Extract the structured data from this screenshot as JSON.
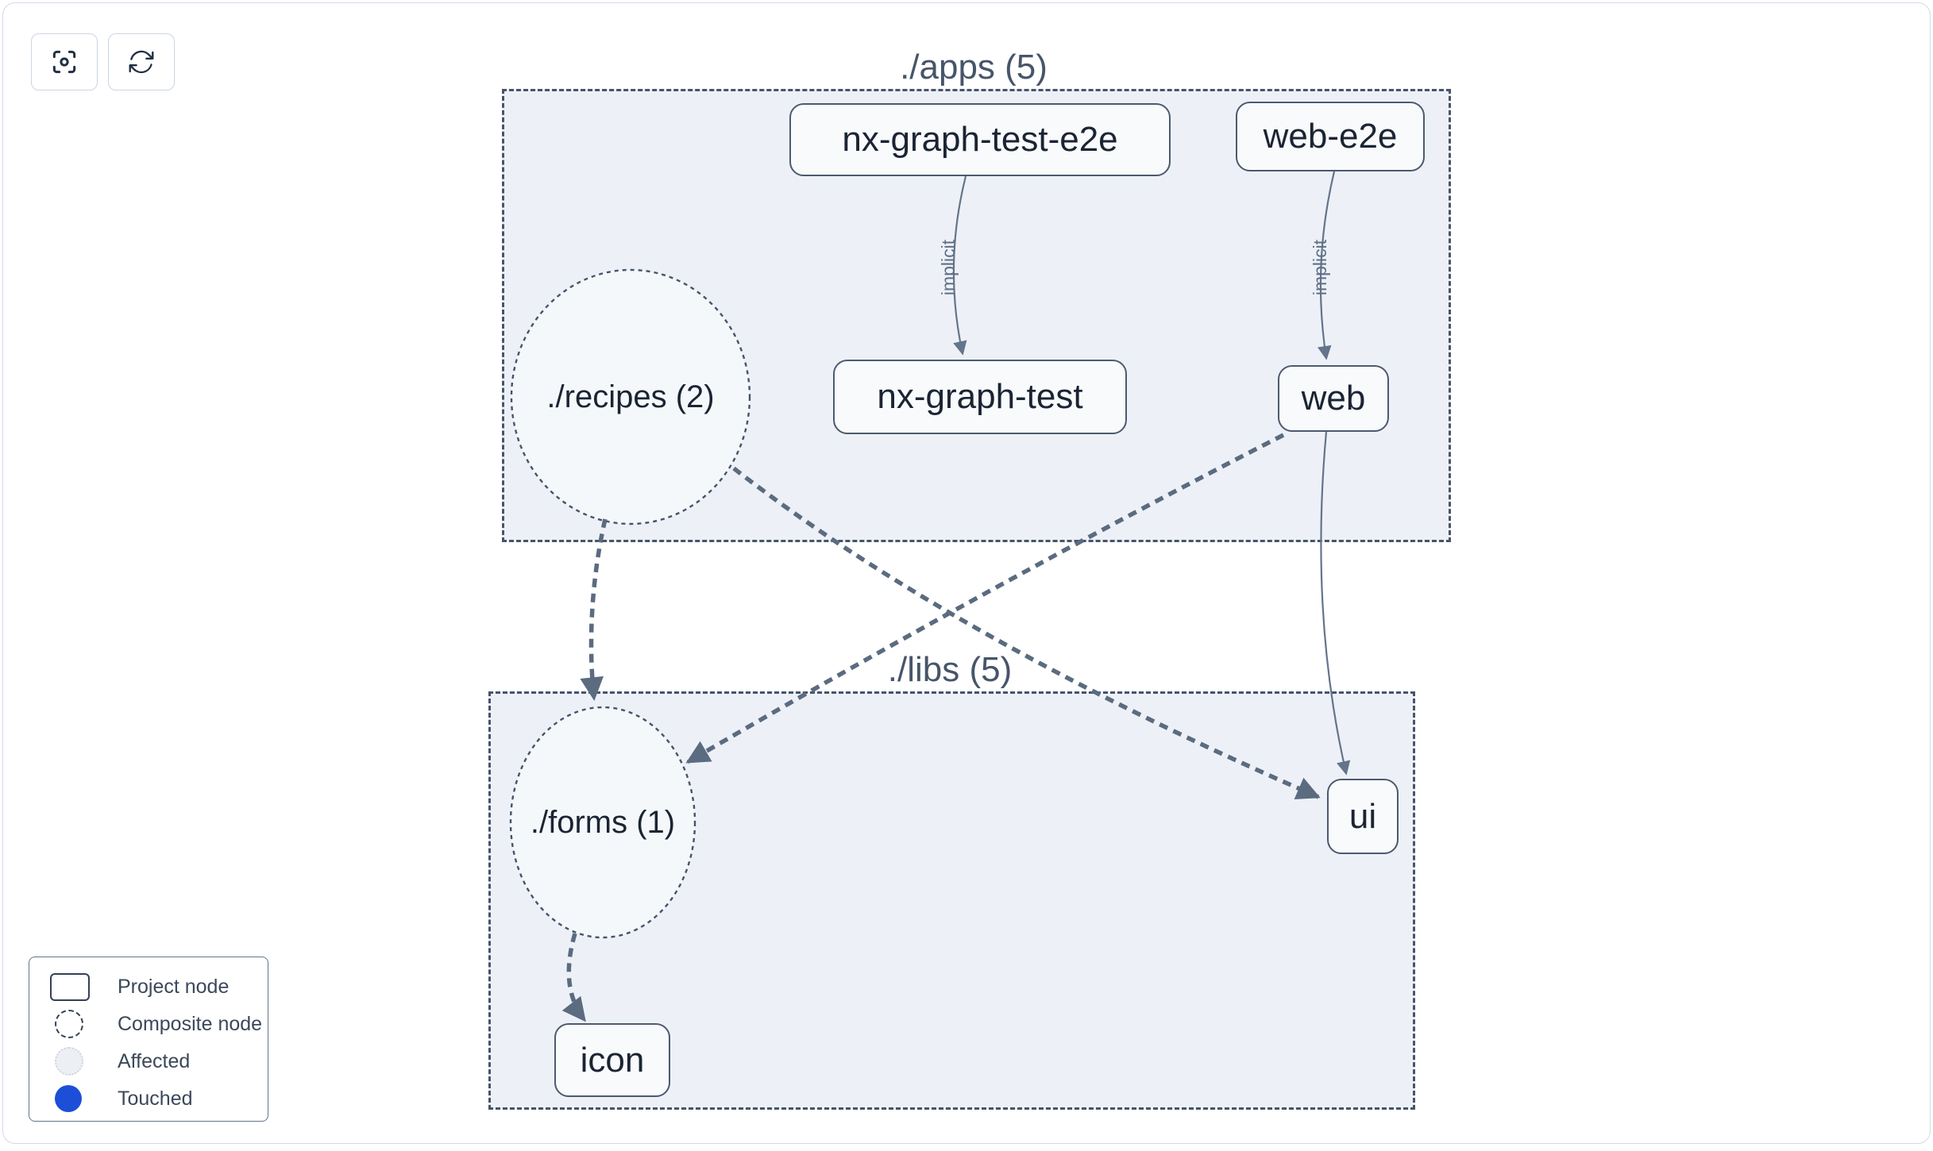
{
  "toolbar": {
    "buttons": [
      {
        "name": "focus",
        "icon": "focus-center-icon"
      },
      {
        "name": "refresh",
        "icon": "refresh-icon"
      }
    ]
  },
  "groups": [
    {
      "id": "apps",
      "label": "./apps (5)"
    },
    {
      "id": "libs",
      "label": "./libs (5)"
    }
  ],
  "nodes": [
    {
      "id": "nx-graph-test-e2e",
      "label": "nx-graph-test-e2e",
      "type": "project"
    },
    {
      "id": "web-e2e",
      "label": "web-e2e",
      "type": "project"
    },
    {
      "id": "nx-graph-test",
      "label": "nx-graph-test",
      "type": "project"
    },
    {
      "id": "web",
      "label": "web",
      "type": "project"
    },
    {
      "id": "ui",
      "label": "ui",
      "type": "project"
    },
    {
      "id": "icon",
      "label": "icon",
      "type": "project"
    }
  ],
  "composites": [
    {
      "id": "recipes",
      "label": "./recipes (2)"
    },
    {
      "id": "forms",
      "label": "./forms (1)"
    }
  ],
  "edges": [
    {
      "from": "nx-graph-test-e2e",
      "to": "nx-graph-test",
      "label": "implicit",
      "style": "solid"
    },
    {
      "from": "web-e2e",
      "to": "web",
      "label": "implicit",
      "style": "solid"
    },
    {
      "from": "web",
      "to": "ui",
      "label": "",
      "style": "solid"
    },
    {
      "from": "recipes",
      "to": "forms",
      "label": "",
      "style": "thick-dashed"
    },
    {
      "from": "recipes",
      "to": "ui",
      "label": "",
      "style": "thick-dashed"
    },
    {
      "from": "web",
      "to": "forms",
      "label": "",
      "style": "thick-dashed"
    },
    {
      "from": "forms",
      "to": "icon",
      "label": "",
      "style": "thick-dashed"
    }
  ],
  "legend": {
    "items": [
      {
        "swatch": "project-node-swatch",
        "label": "Project node"
      },
      {
        "swatch": "composite-node-swatch",
        "label": "Composite node"
      },
      {
        "swatch": "affected-swatch",
        "label": "Affected"
      },
      {
        "swatch": "touched-swatch",
        "label": "Touched"
      }
    ]
  },
  "colors": {
    "touched": "#1d4ed8",
    "affected_fill": "#ecf0f4",
    "edge": "#64748b",
    "thick_edge": "#5b6b80",
    "node_border": "#4c5a6e",
    "group_border": "#47546a",
    "group_bg": "#edf1f7",
    "canvas_border": "#d4d9e8"
  }
}
